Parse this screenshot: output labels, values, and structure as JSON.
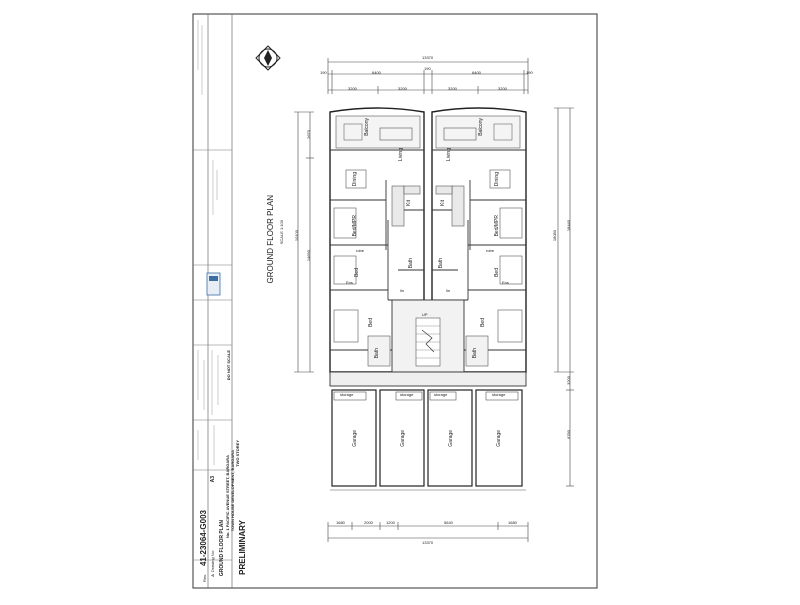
{
  "sheet": {
    "status": "PRELIMINARY",
    "plan_title": "GROUND FLOOR PLAN",
    "plan_scale": "SCALE 1:100",
    "note_do_not_scale": "DO NOT SCALE",
    "project_line1": "TWO STOREY",
    "project_line2": "TOWN HOUSE DEVELOPMENT, BARGARA",
    "project_line3": "No. 1 PACIFIC AVENUE STREET, BARGARA",
    "drawing_title": "GROUND FLOOR PLAN",
    "drawing_no_label": "Drawing No:",
    "drawing_no": "41-23064-G003",
    "sheet_size": "A3",
    "rev_label": "Rev.",
    "rev": "A"
  },
  "dimensions": {
    "top_overall": "13370",
    "top_segments": [
      "190",
      "6400",
      "190",
      "6400",
      "190"
    ],
    "top_sub": [
      "3200",
      "3200",
      "3200",
      "3200"
    ],
    "bottom_segments": [
      "1680",
      "2000",
      "1200",
      "5640",
      "1680"
    ],
    "bottom_overall": "13370",
    "right_overall": "18440",
    "right_segments": [
      "18080",
      "3200",
      "6780"
    ],
    "left_segments": [
      "2670",
      "10100",
      "14690"
    ]
  },
  "rooms": {
    "balcony": "Balcony",
    "living": "Living",
    "dining": "Dining",
    "kit": "Kit",
    "bed_mpr": "Bed/MPR",
    "bed": "Bed",
    "bath": "Bath",
    "robe": "robe",
    "lin": "lin",
    "ens": "Ens",
    "up": "UP",
    "garage": "Garage",
    "storage": "storage"
  }
}
